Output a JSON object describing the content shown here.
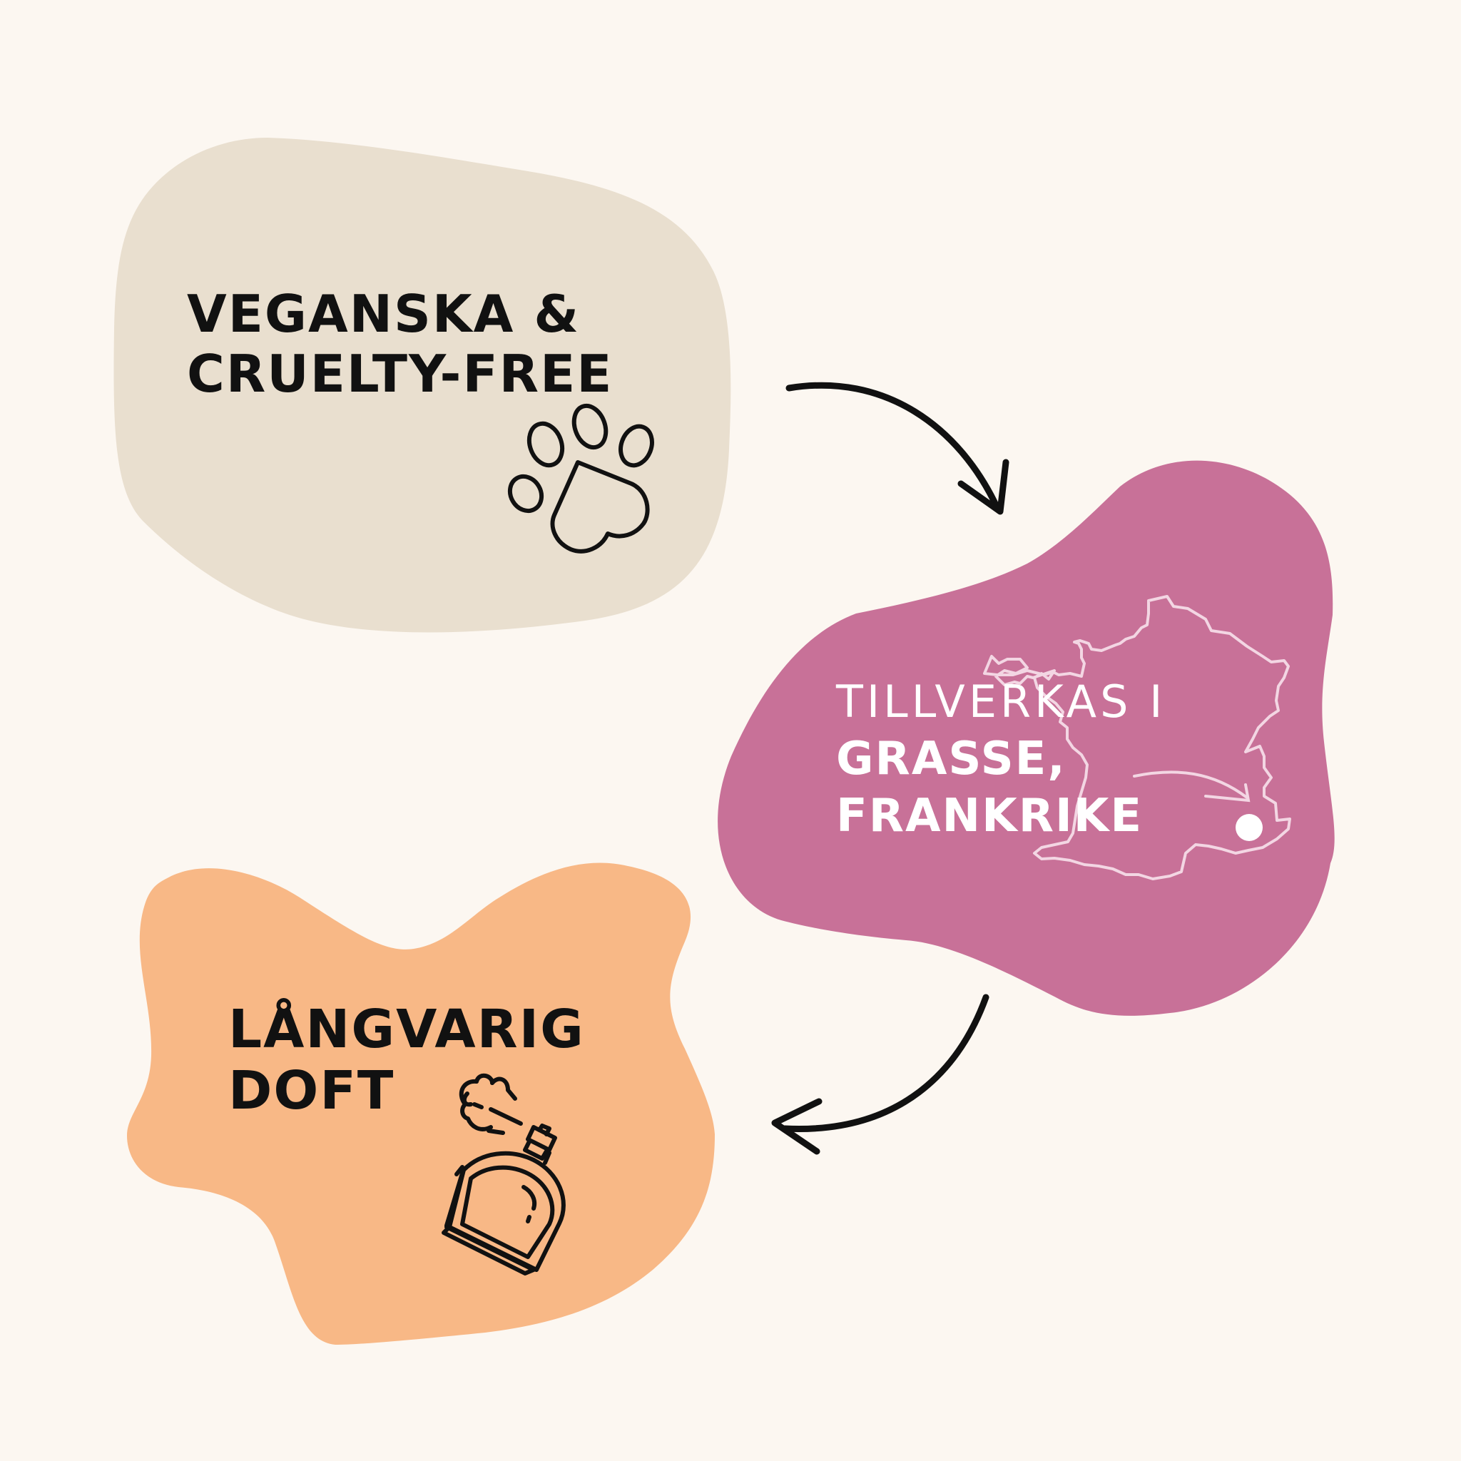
{
  "colors": {
    "background": "#fcf7f1",
    "blob_vegan": "#e9dfcf",
    "blob_grasse": "#c87198",
    "blob_doft": "#f8b886",
    "ink": "#111111",
    "white": "#ffffff",
    "map_outline": "#f3d6e3"
  },
  "features": {
    "vegan": {
      "line1": "VEGANSKA &",
      "line2": "CRUELTY-FREE",
      "icon": "paw-icon"
    },
    "grasse": {
      "line1": "TILLVERKAS  I",
      "line2": "GRASSE,",
      "line3": "FRANKRIKE",
      "icon": "france-map-icon",
      "marker": "location-dot-icon"
    },
    "doft": {
      "line1": "LÅNGVARIG",
      "line2": "DOFT",
      "icon": "perfume-bottle-icon"
    }
  },
  "arrows": [
    "curved-arrow-right-down-icon",
    "curved-arrow-left-down-icon"
  ]
}
